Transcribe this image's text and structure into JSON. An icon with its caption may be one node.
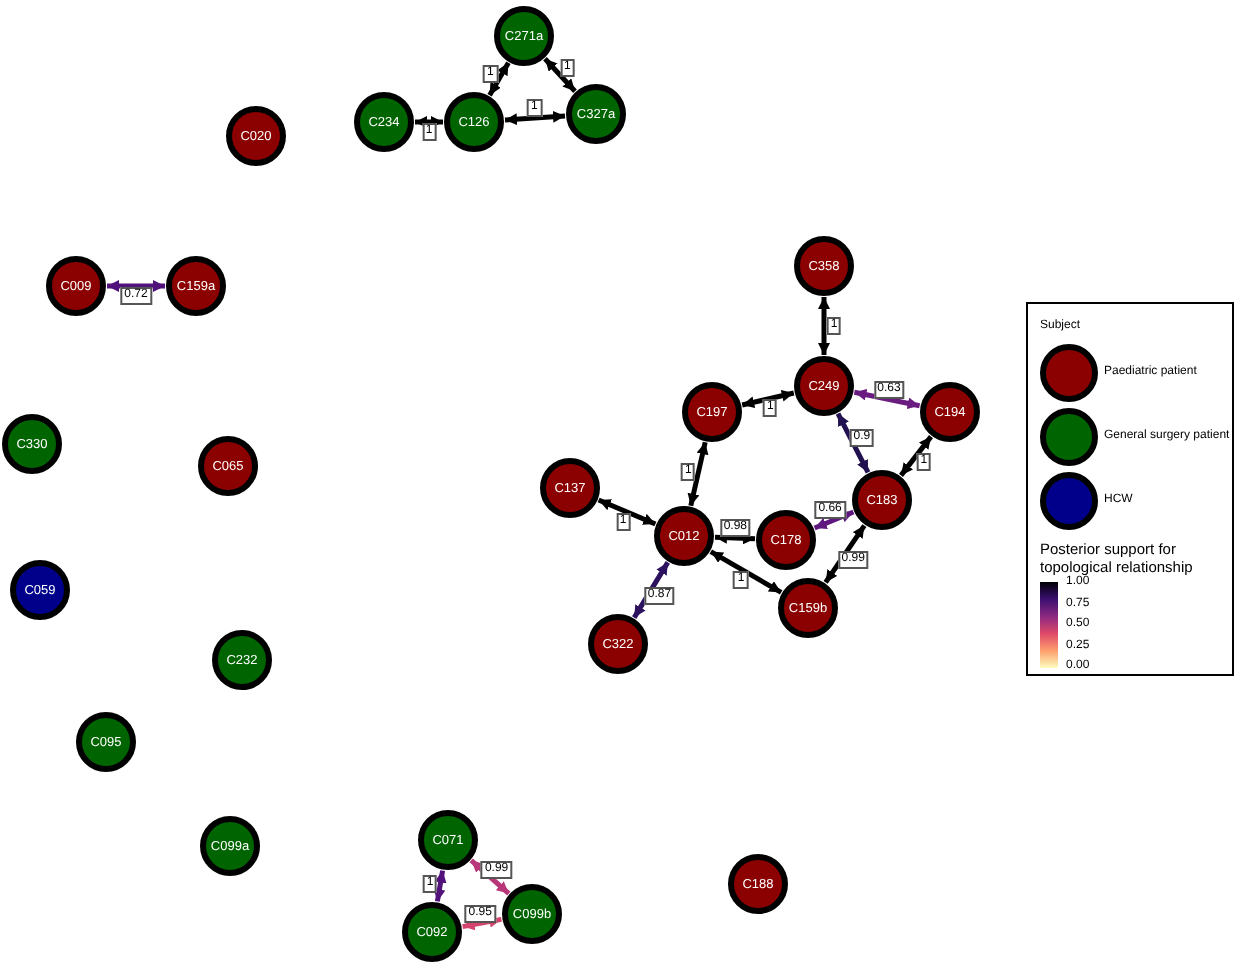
{
  "diagram": {
    "nodes": [
      {
        "text": [
          "C271a"
        ]
      },
      {
        "text": [
          "C234"
        ]
      },
      {
        "text": [
          "C126"
        ]
      },
      {
        "text": [
          "C327a"
        ]
      },
      {
        "text": [
          "C020"
        ]
      },
      {
        "text": [
          "C009"
        ]
      },
      {
        "text": [
          "C159a"
        ]
      },
      {
        "text": [
          "C358"
        ]
      },
      {
        "text": [
          "C249"
        ]
      },
      {
        "text": [
          "C197"
        ]
      },
      {
        "text": [
          "C194"
        ]
      },
      {
        "text": [
          "C137"
        ]
      },
      {
        "text": [
          "C183"
        ]
      },
      {
        "text": [
          "C012"
        ]
      },
      {
        "text": [
          "C178"
        ]
      },
      {
        "text": [
          "C159b"
        ]
      },
      {
        "text": [
          "C322"
        ]
      },
      {
        "text": [
          "C330"
        ]
      },
      {
        "text": [
          "C065"
        ]
      },
      {
        "text": [
          "C059"
        ]
      },
      {
        "text": [
          "C232"
        ]
      },
      {
        "text": [
          "C095"
        ]
      },
      {
        "text": [
          "C099a"
        ]
      },
      {
        "text": [
          "C071"
        ]
      },
      {
        "text": [
          "C092"
        ]
      },
      {
        "text": [
          "C099b"
        ]
      },
      {
        "text": [
          "C188"
        ]
      }
    ],
    "edges": [
      {
        "from": 2,
        "to": 1,
        "arrow": "both",
        "label": "1"
      },
      {
        "from": 2,
        "to": 0,
        "arrow": "both",
        "label": "1"
      },
      {
        "from": 0,
        "to": 3,
        "arrow": "both",
        "label": "1"
      },
      {
        "from": 2,
        "to": 3,
        "arrow": "both",
        "label": "1"
      },
      {
        "from": 6,
        "to": 5,
        "arrow": "both",
        "label": "0.72",
        "color": "#51127c"
      },
      {
        "from": 7,
        "to": 8,
        "arrow": "both",
        "label": "1"
      },
      {
        "from": 8,
        "to": 9,
        "arrow": "both",
        "label": "1"
      },
      {
        "from": 8,
        "to": 10,
        "arrow": "both",
        "label": "0.63",
        "color": "#6a1c81"
      },
      {
        "from": 8,
        "to": 12,
        "arrow": "both",
        "label": "0.9",
        "color": "#221150"
      },
      {
        "from": 10,
        "to": 12,
        "arrow": "both",
        "label": "1"
      },
      {
        "from": 13,
        "to": 9,
        "arrow": "both",
        "label": "1"
      },
      {
        "from": 13,
        "to": 11,
        "arrow": "both",
        "label": "1"
      },
      {
        "from": 13,
        "to": 14,
        "arrow": "both",
        "label": "0.98"
      },
      {
        "from": 14,
        "to": 12,
        "arrow": "both",
        "label": "0.66",
        "color": "#5f187f"
      },
      {
        "from": 12,
        "to": 15,
        "arrow": "both",
        "label": "0.99"
      },
      {
        "from": 15,
        "to": 13,
        "arrow": "both",
        "label": "1"
      },
      {
        "from": 13,
        "to": 16,
        "arrow": "both",
        "label": "0.87",
        "color": "#2c115f"
      },
      {
        "from": 23,
        "to": 25,
        "arrow": "both",
        "label": "0.99",
        "color": "#b73779"
      },
      {
        "from": 24,
        "to": 23,
        "arrow": "both",
        "label": "1",
        "color": "#51127c"
      },
      {
        "from": 24,
        "to": 25,
        "arrow": "both",
        "label": "0.95",
        "color": "#d3436e"
      }
    ],
    "labels": [
      "Subject",
      "Posterior support for topological relationship",
      "1.00",
      "0.75",
      "0.50",
      "0.25",
      "0.00"
    ],
    "legend": [
      {
        "text": "Paediatric patient",
        "color": "#8b0000"
      },
      {
        "text": "General surgery patient",
        "color": "#006400"
      },
      {
        "text": "HCW",
        "color": "#00008b"
      }
    ]
  }
}
